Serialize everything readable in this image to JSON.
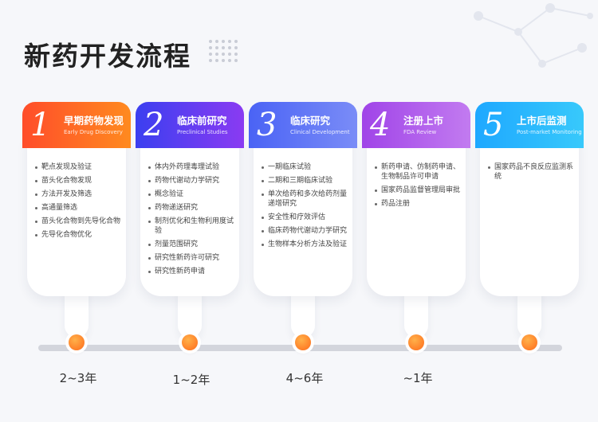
{
  "title": "新药开发流程",
  "stages": [
    {
      "number": "1",
      "name": "早期药物发现",
      "english": "Early Drug Discovery",
      "items": [
        "靶点发现及验证",
        "苗头化合物发现",
        "方法开发及筛选",
        "高通量筛选",
        "苗头化合物到先导化合物",
        "先导化合物优化"
      ]
    },
    {
      "number": "2",
      "name": "临床前研究",
      "english": "Preclinical Studies",
      "items": [
        "体内外药理毒理试验",
        "药物代谢动力学研究",
        "概念验证",
        "药物递送研究",
        "制剂优化和生物利用度试验",
        "剂量范围研究",
        "研究性新药许可研究",
        "研究性新药申请"
      ]
    },
    {
      "number": "3",
      "name": "临床研究",
      "english": "Clinical Development",
      "items": [
        "一期临床试验",
        "二期和三期临床试验",
        "单次给药和多次给药剂量递增研究",
        "安全性和疗效评估",
        "临床药物代谢动力学研究",
        "生物样本分析方法及验证"
      ]
    },
    {
      "number": "4",
      "name": "注册上市",
      "english": "FDA Review",
      "items": [
        "新药申请、仿制药申请、生物制品许可申请",
        "国家药品监督管理局审批",
        "药品注册"
      ]
    },
    {
      "number": "5",
      "name": "上市后监测",
      "english": "Post-market Monitoring",
      "items": [
        "国家药品不良反应监测系统"
      ]
    }
  ],
  "durations": [
    "2~3年",
    "1~2年",
    "4~6年",
    "~1年"
  ],
  "colors": {
    "stage1": "#ff5a26",
    "stage2": "#5a3df1",
    "stage3": "#5a72f6",
    "stage4": "#b05cec",
    "stage5": "#28b6fd",
    "node": "#ff7a1f"
  }
}
